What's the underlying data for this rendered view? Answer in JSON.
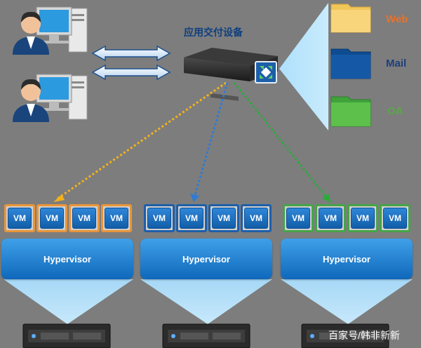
{
  "diagram": {
    "title": "应用交付设备",
    "apps": [
      {
        "label": "Web",
        "color": "#e7722a",
        "folder": "#f8d57a"
      },
      {
        "label": "Mail",
        "color": "#1d3f7a",
        "folder": "#1559a6"
      },
      {
        "label": "OA",
        "color": "#5aa845",
        "folder": "#5cc04a"
      }
    ],
    "clusters": [
      {
        "vms": [
          "VM",
          "VM",
          "VM",
          "VM"
        ],
        "hypervisor": "Hypervisor",
        "accent": "#e8953a"
      },
      {
        "vms": [
          "VM",
          "VM",
          "VM",
          "VM"
        ],
        "hypervisor": "Hypervisor",
        "accent": "#1d5fa9"
      },
      {
        "vms": [
          "VM",
          "VM",
          "VM",
          "VM"
        ],
        "hypervisor": "Hypervisor",
        "accent": "#45a548"
      }
    ],
    "icons": [
      "user-workstation-icon",
      "bidirectional-arrow-icon",
      "application-delivery-controller-icon",
      "folder-icon",
      "server-icon"
    ],
    "watermark": "百家号/韩非新新"
  }
}
